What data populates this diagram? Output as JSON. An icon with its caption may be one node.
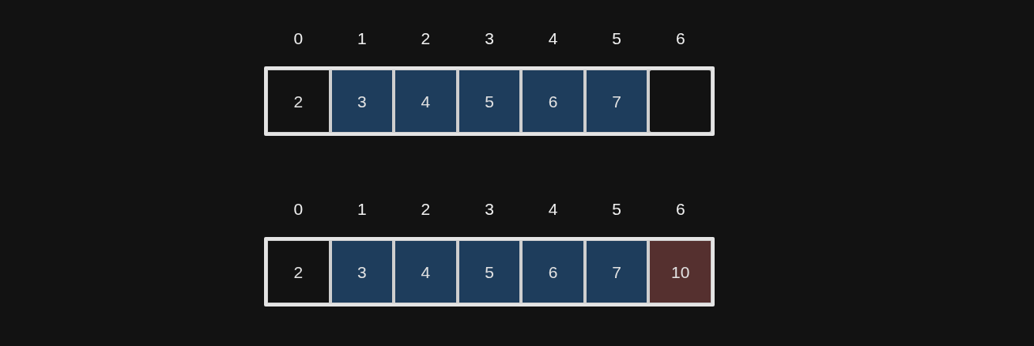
{
  "diagram": {
    "nodes": [
      {
        "text": [],
        "shape": "box"
      },
      {
        "text": [
          "2"
        ],
        "in": 0,
        "beside": [
          "0"
        ]
      },
      {
        "text": [
          "3"
        ],
        "in": 0,
        "beside": [
          "1"
        ]
      },
      {
        "text": [
          "4"
        ],
        "in": 0,
        "beside": [
          "2"
        ]
      },
      {
        "text": [
          "5"
        ],
        "in": 0,
        "beside": [
          "3"
        ]
      },
      {
        "text": [
          "6"
        ],
        "in": 0,
        "beside": [
          "4"
        ]
      },
      {
        "text": [
          "7"
        ],
        "in": 0,
        "beside": [
          "5"
        ]
      },
      {
        "text": [],
        "shape": "box",
        "in": 0,
        "beside": [
          "6"
        ]
      },
      {
        "text": [],
        "shape": "box"
      },
      {
        "text": [
          "2"
        ],
        "in": 8,
        "beside": [
          "0"
        ]
      },
      {
        "text": [
          "3"
        ],
        "in": 8,
        "beside": [
          "1"
        ]
      },
      {
        "text": [
          "4"
        ],
        "in": 8,
        "beside": [
          "2"
        ]
      },
      {
        "text": [
          "5"
        ],
        "in": 8,
        "beside": [
          "3"
        ]
      },
      {
        "text": [
          "6"
        ],
        "in": 8,
        "beside": [
          "4"
        ]
      },
      {
        "text": [
          "7"
        ],
        "in": 8,
        "beside": [
          "5"
        ]
      },
      {
        "text": [
          "10"
        ],
        "in": 8,
        "beside": [
          "6"
        ]
      }
    ]
  }
}
